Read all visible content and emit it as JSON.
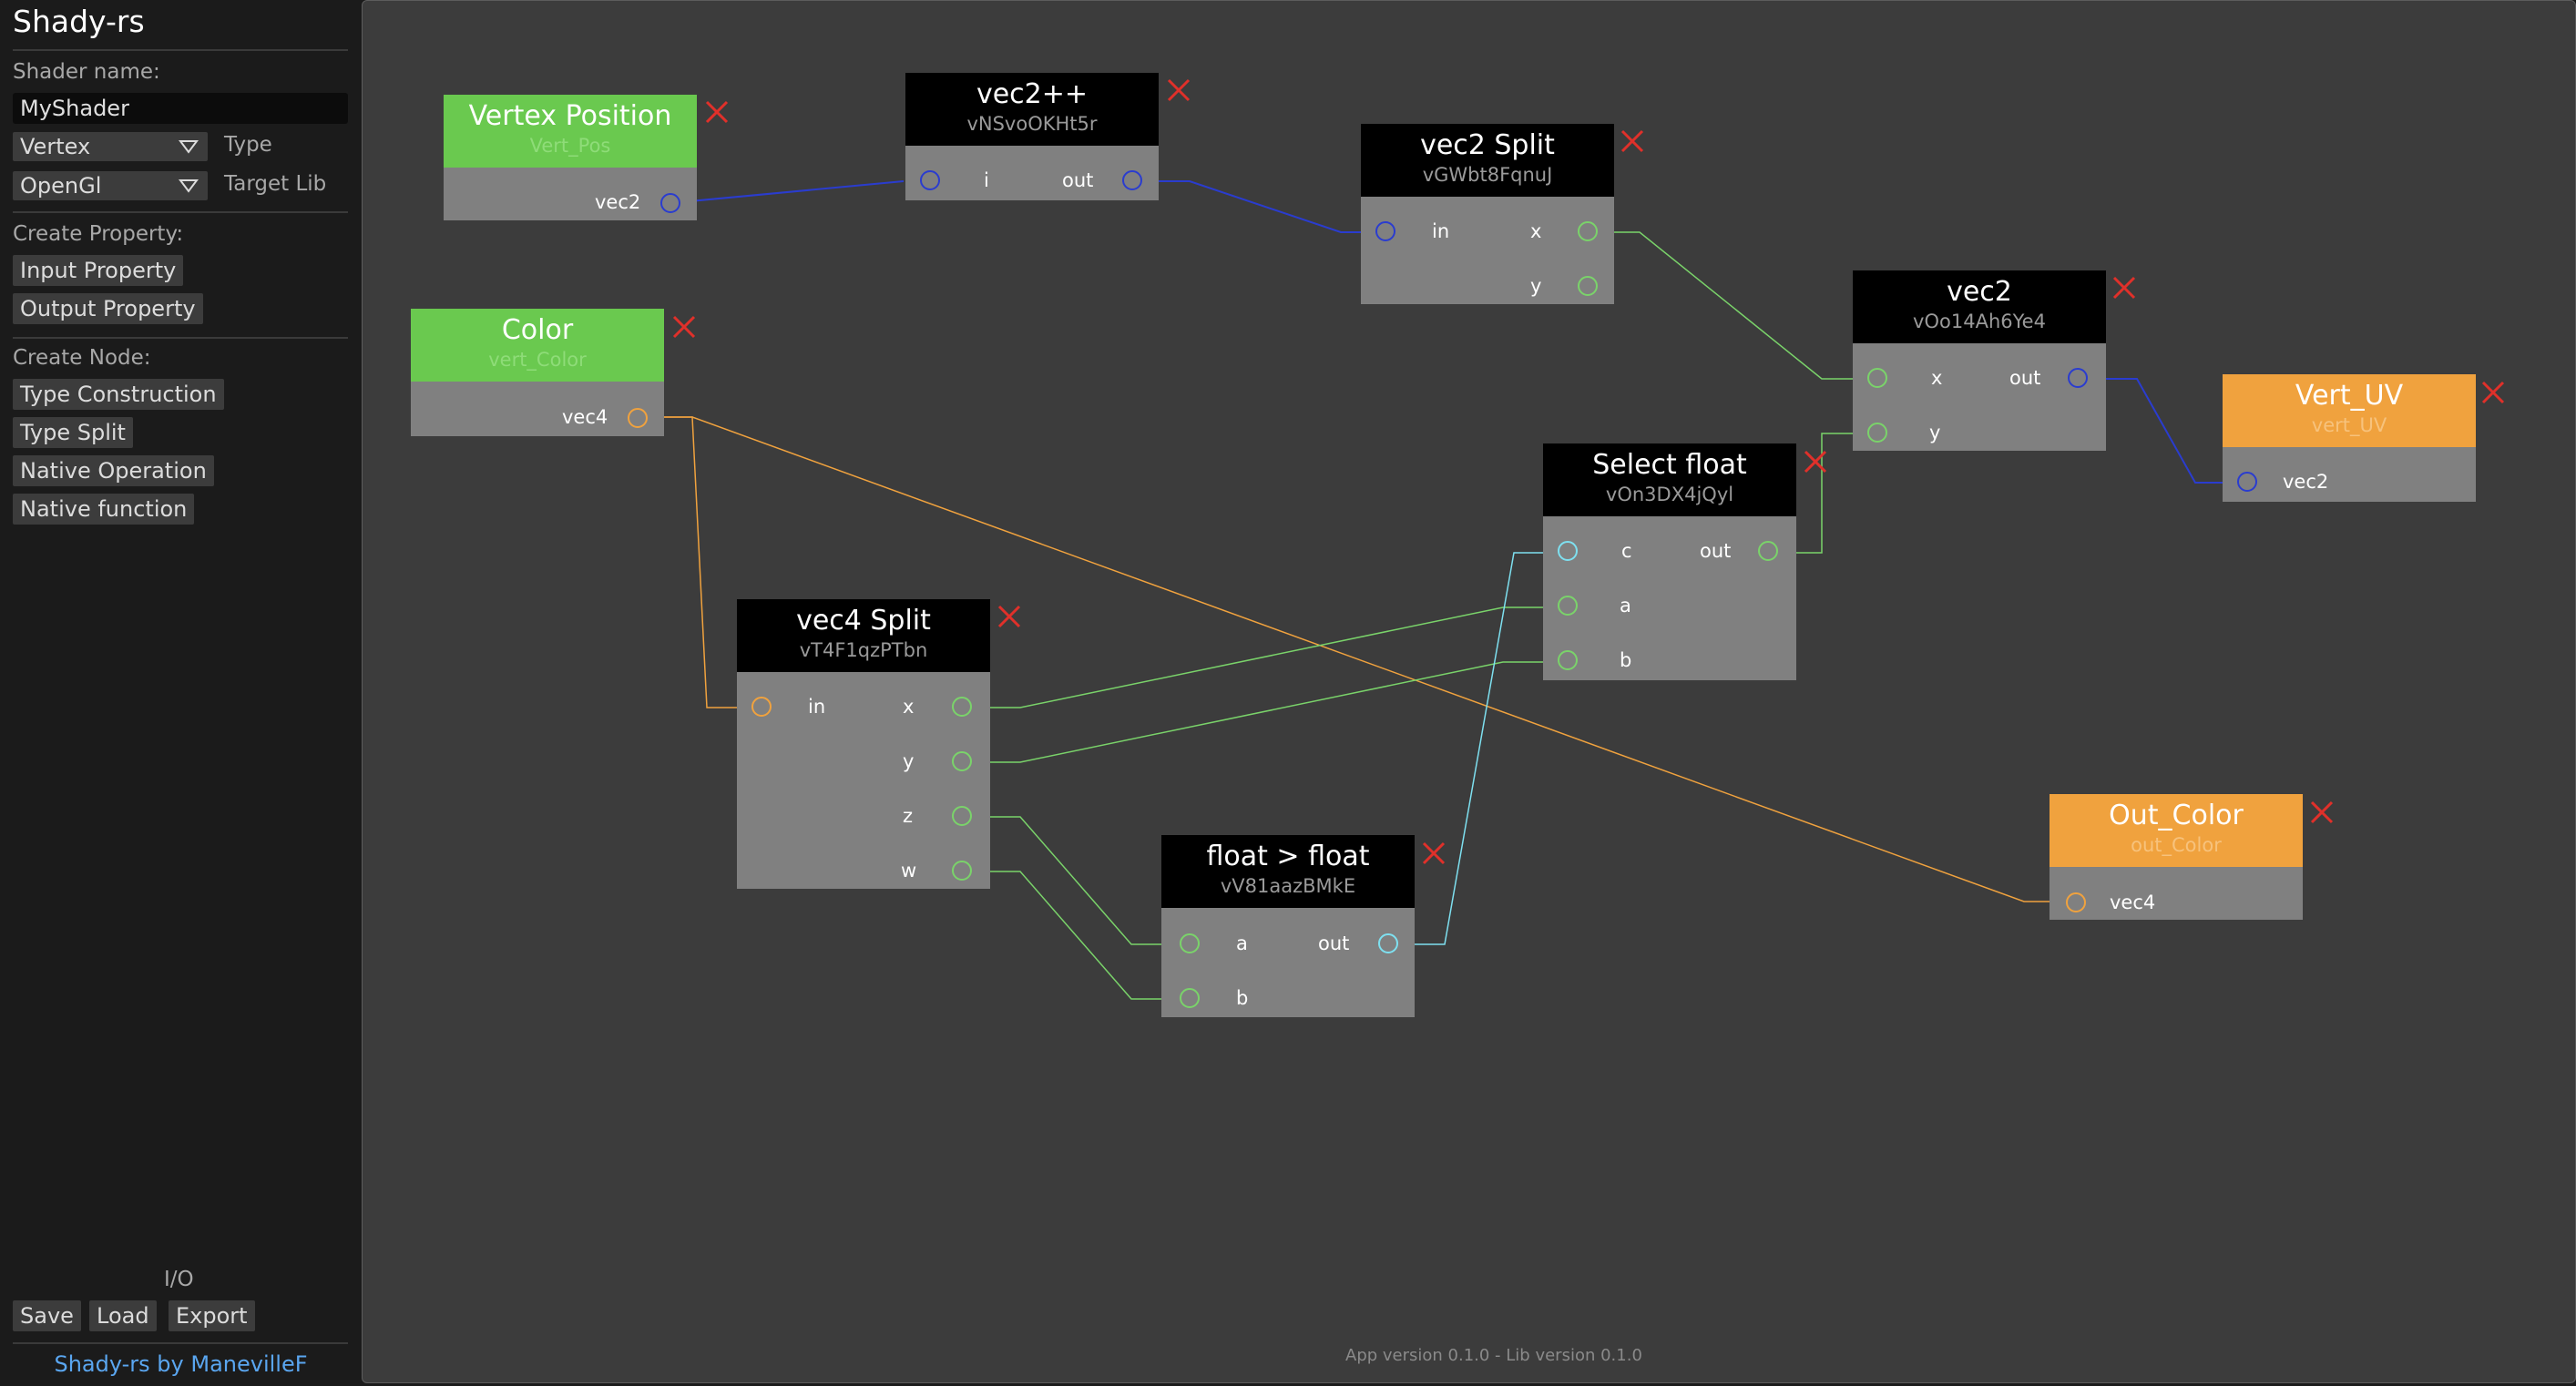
{
  "app": {
    "title": "Shady-rs",
    "footer": "Shady-rs by ManevilleF",
    "version": "App version 0.1.0 - Lib version 0.1.0"
  },
  "sidebar": {
    "shader_name_label": "Shader name:",
    "shader_name_value": "MyShader",
    "type_select": "Vertex",
    "type_label": "Type",
    "lib_select": "OpenGl",
    "lib_label": "Target Lib",
    "create_property_label": "Create Property:",
    "input_property": "Input Property",
    "output_property": "Output Property",
    "create_node_label": "Create Node:",
    "type_construction": "Type Construction",
    "type_split": "Type Split",
    "native_operation": "Native Operation",
    "native_function": "Native function",
    "io_label": "I/O",
    "save": "Save",
    "load": "Load",
    "export": "Export"
  },
  "colors": {
    "vec2": "#2a3ccf",
    "vec4": "#f0a23e",
    "float": "#7ad36a",
    "bool": "#7ee0f0",
    "close": "#e0302a",
    "input_header": "#6ac94f",
    "output_header": "#f0a23e",
    "node_header": "#000000"
  },
  "nodes": {
    "vertex_position": {
      "title": "Vertex Position",
      "sub": "Vert_Pos",
      "out": "vec2"
    },
    "color": {
      "title": "Color",
      "sub": "vert_Color",
      "out": "vec4"
    },
    "vec2pp": {
      "title": "vec2++",
      "sub": "vNSvoOKHt5r",
      "in": "i",
      "out": "out"
    },
    "vec2split": {
      "title": "vec2 Split",
      "sub": "vGWbt8FqnuJ",
      "in": "in",
      "x": "x",
      "y": "y"
    },
    "vec2": {
      "title": "vec2",
      "sub": "vOo14Ah6Ye4",
      "x": "x",
      "y": "y",
      "out": "out"
    },
    "vert_uv": {
      "title": "Vert_UV",
      "sub": "vert_UV",
      "in": "vec2"
    },
    "select_float": {
      "title": "Select float",
      "sub": "vOn3DX4jQyl",
      "c": "c",
      "a": "a",
      "b": "b",
      "out": "out"
    },
    "vec4split": {
      "title": "vec4 Split",
      "sub": "vT4F1qzPTbn",
      "in": "in",
      "x": "x",
      "y": "y",
      "z": "z",
      "w": "w"
    },
    "float_gt": {
      "title": "float > float",
      "sub": "vV81aazBMkE",
      "a": "a",
      "b": "b",
      "out": "out"
    },
    "out_color": {
      "title": "Out_Color",
      "sub": "out_Color",
      "in": "vec4"
    }
  }
}
